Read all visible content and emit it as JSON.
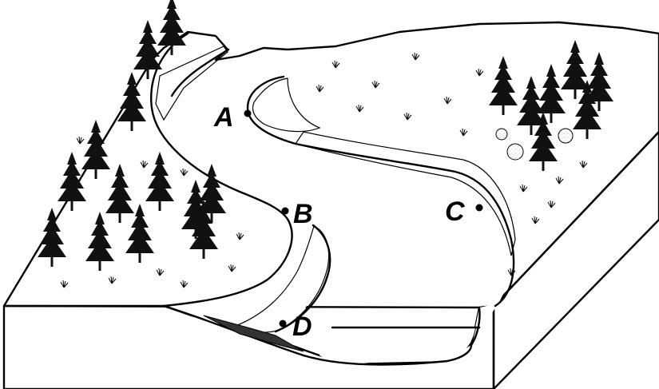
{
  "labels": {
    "a": "A",
    "b": "B",
    "c": "C",
    "d": "D"
  },
  "colors": {
    "ink": "#000000",
    "ground": "#ffffff",
    "soil_stipple": "#8a8a8a",
    "tree": "#111111"
  },
  "icons": [
    "conifer-tree-icon",
    "grass-tuft-icon",
    "shrub-icon"
  ]
}
